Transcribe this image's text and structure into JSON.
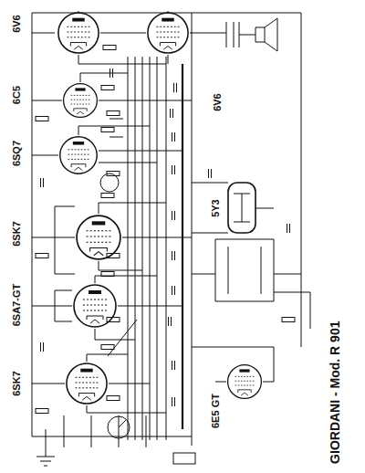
{
  "diagram": {
    "title": "GIORDANI - Mod. R 901",
    "labels": [
      "6V6",
      "6V6",
      "6C5",
      "6SQ7",
      "6SK7",
      "6SA7-GT",
      "6SK7",
      "5Y3",
      "6E5 GT"
    ]
  }
}
